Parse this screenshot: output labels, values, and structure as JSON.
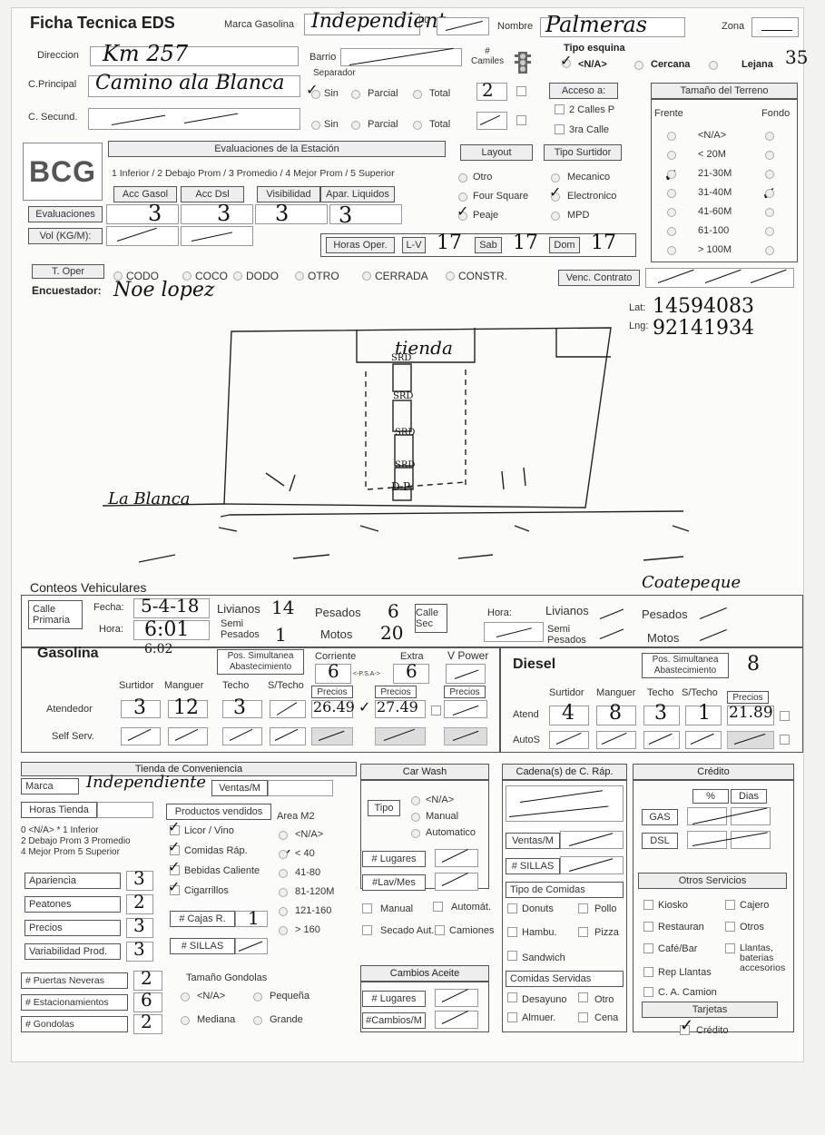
{
  "header": {
    "title": "Ficha Tecnica EDS",
    "marca_label": "Marca Gasolina",
    "marca_value": "Independient",
    "id_label": "ID",
    "nombre_label": "Nombre",
    "nombre_value": "Palmeras",
    "zona_label": "Zona",
    "direccion_label": "Direccion",
    "direccion_value": "Km 257",
    "barrio_label": "Barrio",
    "camiles_label": "# Camiles",
    "tipo_esquina_label": "Tipo esquina",
    "tipo_esquina_options": [
      "<N/A>",
      "Cercana",
      "Lejana"
    ],
    "tipo_esquina_number": "35",
    "c_principal_label": "C.Principal",
    "c_principal_value": "Camino ala Blanca",
    "separador_label": "Separador",
    "separador_options": [
      "Sin",
      "Parcial",
      "Total"
    ],
    "carriles_principal": "2",
    "c_secund_label": "C. Secund.",
    "acceso_label": "Acceso a:",
    "acceso_options": [
      "2 Calles P",
      "3ra Calle"
    ]
  },
  "logo": {
    "text": "BCG"
  },
  "evaluaciones": {
    "header": "Evaluaciones de la Estación",
    "scale": "1 Inferior / 2 Debajo Prom / 3 Promedio / 4 Mejor Prom / 5 Superior",
    "columns": [
      "Acc Gasol",
      "Acc Dsl",
      "Visibilidad",
      "Apar. Liquidos"
    ],
    "row_label": "Evaluaciones",
    "values": [
      "3",
      "3",
      "3",
      "3"
    ],
    "vol_label": "Vol (KG/M):"
  },
  "layout": {
    "header": "Layout",
    "options": [
      "Otro",
      "Four Square",
      "Peaje"
    ]
  },
  "tipo_surtidor": {
    "header": "Tipo Surtidor",
    "options": [
      "Mecanico",
      "Electronico",
      "MPD"
    ]
  },
  "terreno": {
    "header": "Tamaño del Terreno",
    "frente_label": "Frente",
    "fondo_label": "Fondo",
    "options": [
      "<N/A>",
      "< 20M",
      "21-30M",
      "31-40M",
      "41-60M",
      "61-100",
      "> 100M"
    ]
  },
  "horas": {
    "label": "Horas Oper.",
    "lv_label": "L-V",
    "lv_value": "17",
    "sab_label": "Sab",
    "sab_value": "17",
    "dom_label": "Dom",
    "dom_value": "17"
  },
  "t_oper": {
    "label": "T. Oper",
    "options": [
      "CODO",
      "COCO",
      "DODO",
      "OTRO",
      "CERRADA",
      "CONSTR."
    ],
    "venc_label": "Venc. Contrato"
  },
  "encuestador": {
    "label": "Encuestador:",
    "value": "Noe lopez"
  },
  "coords": {
    "lat_label": "Lat:",
    "lat_value": "14594083",
    "lng_label": "Lng:",
    "lng_value": "92141934"
  },
  "sketch": {
    "tienda": "tienda",
    "surtidores": [
      "SRD",
      "SRD",
      "SRD",
      "SRD"
    ],
    "dp": "D.P",
    "road_left": "La Blanca",
    "road_right": "Coatepeque"
  },
  "conteos": {
    "title": "Conteos Vehiculares",
    "calle_primaria": "Calle Primaria",
    "fecha_label": "Fecha:",
    "fecha_value": "5-4-18",
    "hora_label": "Hora:",
    "hora_value": "6:01",
    "hora_value2": "6:02",
    "livianos_label": "Livianos",
    "livianos_value": "14",
    "semi_label": "Semi Pesados",
    "semi_value": "1",
    "pesados_label": "Pesados",
    "pesados_value": "6",
    "motos_label": "Motos",
    "motos_value": "20",
    "calle_sec": "Calle Sec",
    "hora2_label": "Hora:",
    "livianos2_label": "Livianos",
    "semi2_label": "Semi Pesados",
    "pesados2_label": "Pesados",
    "motos2_label": "Motos"
  },
  "gasolina": {
    "title": "Gasolina",
    "pos_sim": "Pos. Simultanea Abastecimiento",
    "corriente_label": "Corriente",
    "corriente_value": "6",
    "psa": "<-P.S.A->",
    "extra_label": "Extra",
    "extra_value": "6",
    "vpower_label": "V Power",
    "cols": [
      "Surtidor",
      "Manguer",
      "Techo",
      "S/Techo"
    ],
    "precios_label": "Precios",
    "atendedor_label": "Atendedor",
    "atendedor_values": [
      "3",
      "12",
      "3"
    ],
    "precio_corriente": "26.49",
    "precio_extra": "27.49",
    "self_label": "Self Serv."
  },
  "diesel": {
    "title": "Diesel",
    "pos_sim": "Pos. Simultanea Abastecimiento",
    "pos_value": "8",
    "cols": [
      "Surtidor",
      "Manguer",
      "Techo",
      "S/Techo"
    ],
    "precios_label": "Precios",
    "atend_label": "Atend",
    "atend_values": [
      "4",
      "8",
      "3",
      "1"
    ],
    "precio": "21.89",
    "autos_label": "AutoS"
  },
  "tienda": {
    "header": "Tienda de Conveniencia",
    "marca_label": "Marca",
    "marca_value": "Independiente",
    "ventas_label": "Ventas/M",
    "horas_label": "Horas Tienda",
    "productos_label": "Productos vendidos",
    "area_label": "Area M2",
    "scale_lines": [
      "0 <N/A>    * 1 Inferior",
      "2 Debajo Prom  3 Promedio",
      "4 Mejor Prom   5 Superior"
    ],
    "productos": [
      "Licor / Vino",
      "Comidas Ráp.",
      "Bebidas Caliente",
      "Cigarrillos"
    ],
    "area_options": [
      "<N/A>",
      "< 40",
      "41-80",
      "81-120M",
      "121-160",
      "> 160"
    ],
    "ratings": [
      {
        "label": "Apariencia",
        "value": "3"
      },
      {
        "label": "Peatones",
        "value": "2"
      },
      {
        "label": "Precios",
        "value": "3"
      },
      {
        "label": "Variabilidad Prod.",
        "value": "3"
      }
    ],
    "cajas_label": "# Cajas R.",
    "cajas_value": "1",
    "sillas_label": "# SILLAS",
    "counts": [
      {
        "label": "# Puertas Neveras",
        "value": "2"
      },
      {
        "label": "# Estacionamientos",
        "value": "6"
      },
      {
        "label": "# Gondolas",
        "value": "2"
      }
    ],
    "gondolas_label": "Tamaño Gondolas",
    "gondolas_options": [
      "<N/A>",
      "Pequeña",
      "Mediana",
      "Grande"
    ]
  },
  "carwash": {
    "header": "Car Wash",
    "tipo_label": "Tipo",
    "tipo_options": [
      "<N/A>",
      "Manual",
      "Automatico"
    ],
    "lugares_label": "# Lugares",
    "lavmes_label": "#Lav/Mes",
    "checks": [
      "Manual",
      "Automát.",
      "Secado Aut.",
      "Camiones"
    ],
    "cambios_header": "Cambios Aceite",
    "cambios_lugares": "# Lugares",
    "cambios_mes": "#Cambios/M"
  },
  "cadena": {
    "header": "Cadena(s) de C. Ráp.",
    "ventas_label": "Ventas/M",
    "sillas_label": "# SILLAS",
    "tipo_header": "Tipo de Comidas",
    "tipos": [
      "Donuts",
      "Pollo",
      "Hambu.",
      "Pizza",
      "Sandwich"
    ],
    "servidas_header": "Comidas Servidas",
    "servidas": [
      "Desayuno",
      "Otro",
      "Almuer.",
      "Cena"
    ]
  },
  "credito": {
    "header": "Crédito",
    "pct_label": "%",
    "dias_label": "Dias",
    "gas_label": "GAS",
    "dsl_label": "DSL",
    "otros_header": "Otros Servicios",
    "otros": [
      "Kiosko",
      "Cajero",
      "Restauran",
      "Otros",
      "Café/Bar",
      "Llantas, baterias accesorios",
      "Rep Llantas",
      "C. A. Camion"
    ],
    "tarjetas_header": "Tarjetas",
    "tarjetas_item": "Crédito"
  },
  "colors": {
    "ink": "#111111",
    "form_border": "#555555",
    "paper": "#fbfbf9"
  }
}
